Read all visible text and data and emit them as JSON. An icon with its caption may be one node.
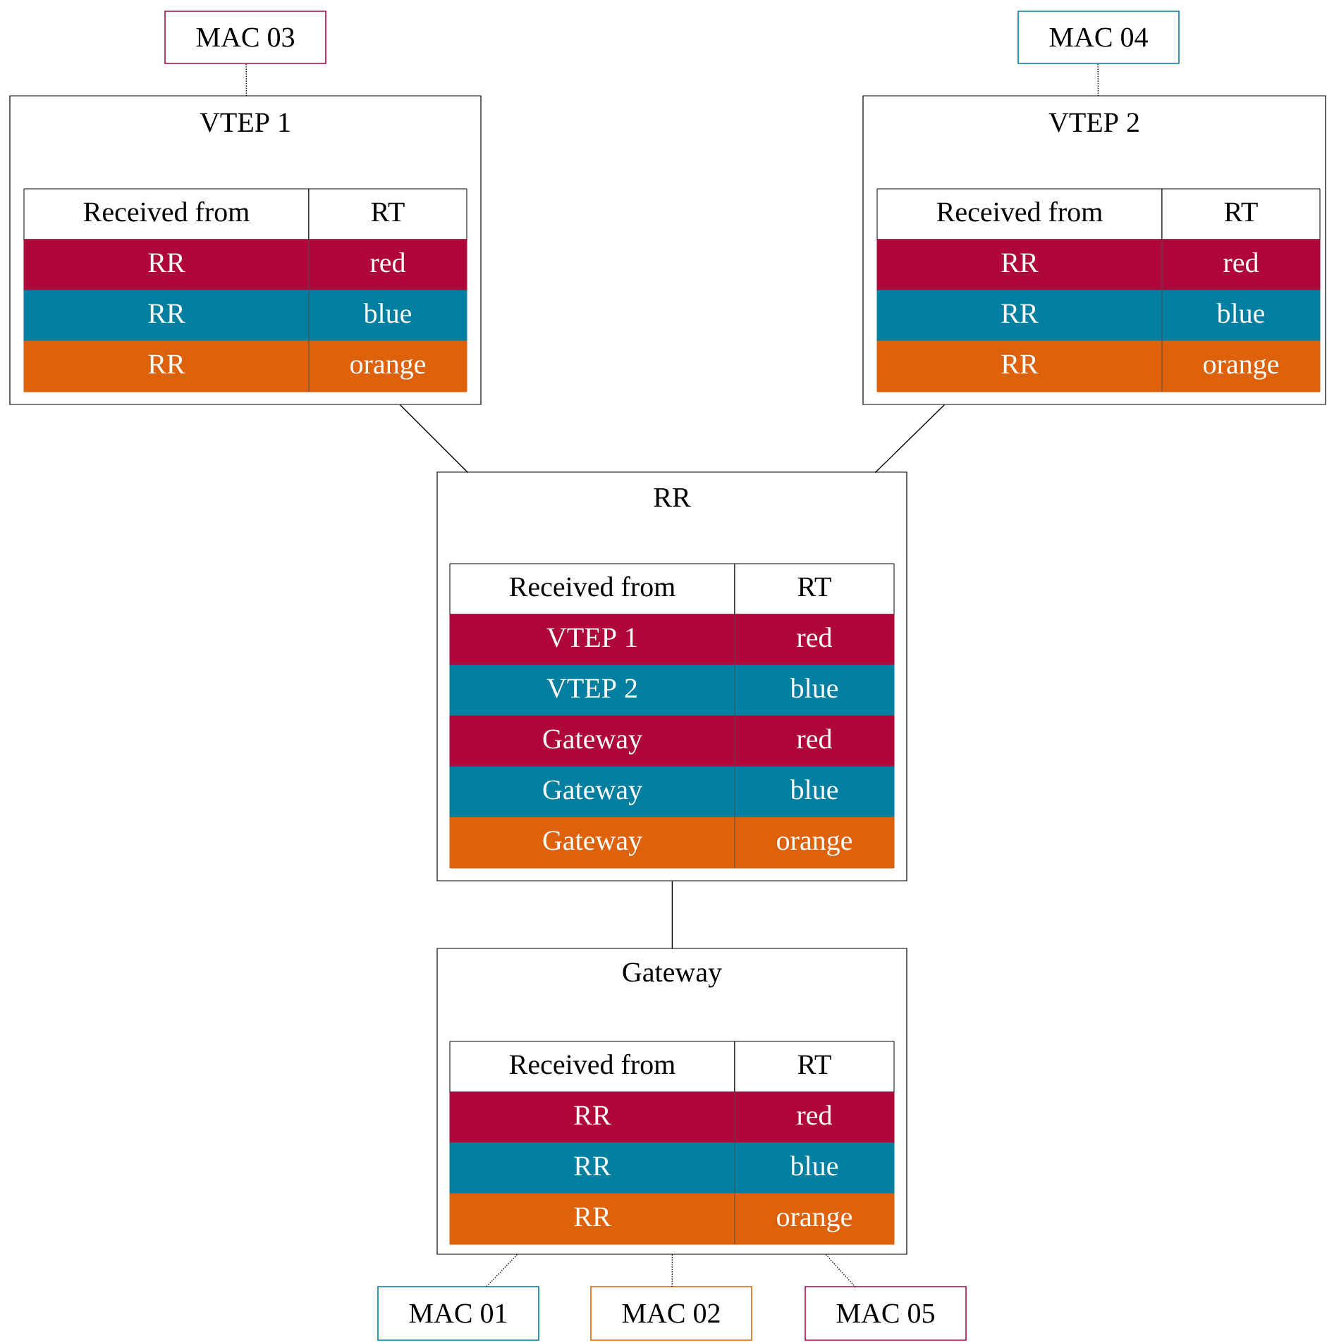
{
  "diagram": {
    "nodes": [
      {
        "text": [
          "MAC 03"
        ]
      },
      {
        "text": [
          "MAC 04"
        ]
      },
      {
        "text": [
          "VTEP 1",
          "Received from",
          "RT",
          "RR",
          "red",
          "RR",
          "blue",
          "RR",
          "orange"
        ]
      },
      {
        "text": [
          "VTEP 2",
          "Received from",
          "RT",
          "RR",
          "red",
          "RR",
          "blue",
          "RR",
          "orange"
        ]
      },
      {
        "text": [
          "RR",
          "Received from",
          "RT",
          "VTEP 1",
          "red",
          "VTEP 2",
          "blue",
          "Gateway",
          "red",
          "Gateway",
          "blue",
          "Gateway",
          "orange"
        ]
      },
      {
        "text": [
          "Gateway",
          "Received from",
          "RT",
          "RR",
          "red",
          "RR",
          "blue",
          "RR",
          "orange"
        ]
      },
      {
        "text": [
          "MAC 01"
        ]
      },
      {
        "text": [
          "MAC 02"
        ]
      },
      {
        "text": [
          "MAC 05"
        ]
      }
    ],
    "edges": [
      {
        "from": 0,
        "to": 2,
        "arrow": "none",
        "style": "dashed"
      },
      {
        "from": 1,
        "to": 3,
        "arrow": "none",
        "style": "dashed"
      },
      {
        "from": 2,
        "to": 4,
        "arrow": "none"
      },
      {
        "from": 3,
        "to": 4,
        "arrow": "none"
      },
      {
        "from": 4,
        "to": 5,
        "arrow": "none"
      },
      {
        "from": 5,
        "to": 6,
        "arrow": "none",
        "style": "dashed"
      },
      {
        "from": 5,
        "to": 7,
        "arrow": "none",
        "style": "dashed"
      },
      {
        "from": 5,
        "to": 8,
        "arrow": "none",
        "style": "dashed"
      }
    ]
  }
}
